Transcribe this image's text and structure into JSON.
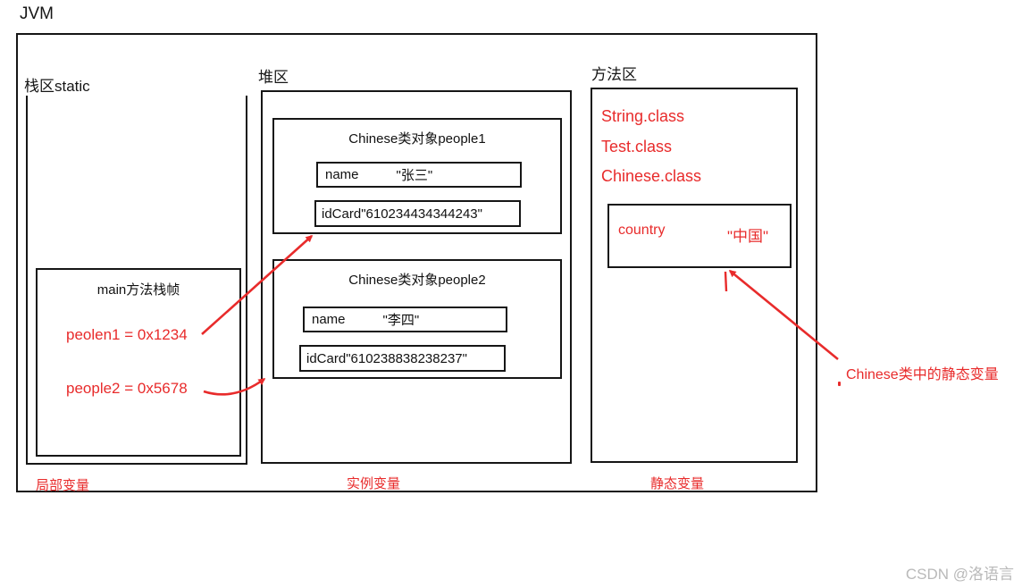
{
  "title": "JVM",
  "stack": {
    "label": "栈区static",
    "frame": {
      "title": "main方法栈帧",
      "var1": "peolen1 = 0x1234",
      "var2": "people2 = 0x5678"
    },
    "caption": "局部变量"
  },
  "heap": {
    "label": "堆区",
    "objects": [
      {
        "title": "Chinese类对象people1",
        "name_label": "name",
        "name_value": "\"张三\"",
        "idcard_label": "idCard",
        "idcard_value": "\"610234434344243\""
      },
      {
        "title": "Chinese类对象people2",
        "name_label": "name",
        "name_value": "\"李四\"",
        "idcard_label": "idCard",
        "idcard_value": "\"610238838238237\""
      }
    ],
    "caption": "实例变量"
  },
  "method_area": {
    "label": "方法区",
    "classes": [
      "String.class",
      "Test.class",
      "Chinese.class"
    ],
    "static_field": {
      "label": "country",
      "value": "\"中国\""
    },
    "caption": "静态变量"
  },
  "annotation": {
    "static_var_note": "Chinese类中的静态变量"
  },
  "watermark": "CSDN @洛语言",
  "colors": {
    "accent_red": "#e82b2b",
    "line_black": "#161616",
    "watermark_gray": "#b9b9b9"
  }
}
